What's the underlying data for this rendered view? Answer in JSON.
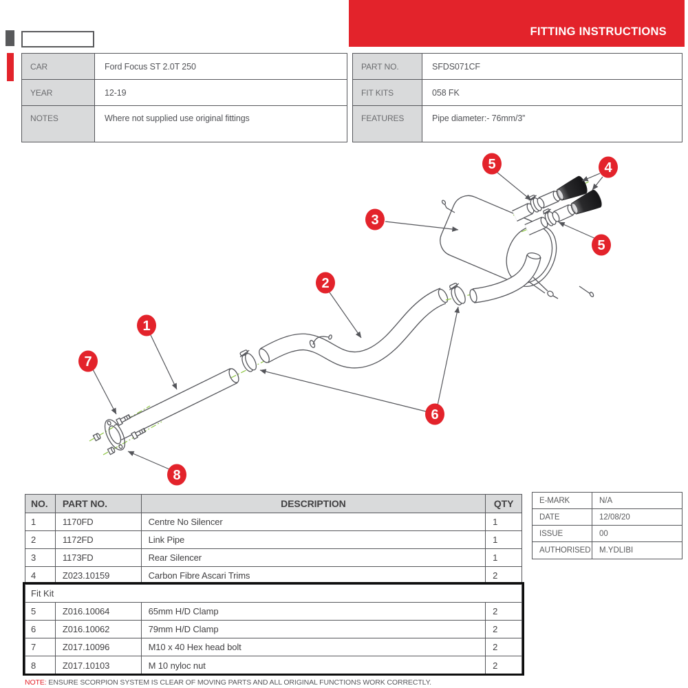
{
  "colors": {
    "accent_red": "#e3232b",
    "centerline_green": "#8cc63f",
    "line_gray": "#54555a",
    "cell_gray": "#d9dadb"
  },
  "banner": {
    "title": "FITTING INSTRUCTIONS"
  },
  "info": {
    "left": [
      {
        "label": "CAR",
        "value": "Ford Focus ST 2.0T 250"
      },
      {
        "label": "YEAR",
        "value": "12-19"
      },
      {
        "label": "NOTES",
        "value": "Where not supplied use original fittings"
      }
    ],
    "right": [
      {
        "label": "PART NO.",
        "value": "SFDS071CF"
      },
      {
        "label": "FIT KITS",
        "value": "058 FK"
      },
      {
        "label": "FEATURES",
        "value": "Pipe diameter:- 76mm/3”"
      }
    ]
  },
  "diagram": {
    "callouts": [
      {
        "label": "1"
      },
      {
        "label": "2"
      },
      {
        "label": "3"
      },
      {
        "label": "4"
      },
      {
        "label": "5"
      },
      {
        "label": "5"
      },
      {
        "label": "6"
      },
      {
        "label": "7"
      },
      {
        "label": "8"
      }
    ]
  },
  "parts_table": {
    "headers": [
      "NO.",
      "PART NO.",
      "DESCRIPTION",
      "QTY"
    ],
    "main_rows": [
      [
        "1",
        "1170FD",
        "Centre No Silencer",
        "1"
      ],
      [
        "2",
        "1172FD",
        "Link Pipe",
        "1"
      ],
      [
        "3",
        "1173FD",
        "Rear Silencer",
        "1"
      ],
      [
        "4",
        "Z023.10159",
        "Carbon Fibre Ascari Trims",
        "2"
      ]
    ],
    "fit_kit_label": "Fit Kit",
    "fit_kit_rows": [
      [
        "5",
        "Z016.10064",
        "65mm H/D Clamp",
        "2"
      ],
      [
        "6",
        "Z016.10062",
        "79mm H/D Clamp",
        "2"
      ],
      [
        "7",
        "Z017.10096",
        "M10 x 40 Hex head bolt",
        "2"
      ],
      [
        "8",
        "Z017.10103",
        "M 10 nyloc nut",
        "2"
      ]
    ]
  },
  "meta_table": {
    "rows": [
      {
        "label": "E-MARK",
        "value": "N/A"
      },
      {
        "label": "DATE",
        "value": "12/08/20"
      },
      {
        "label": "ISSUE",
        "value": "00"
      },
      {
        "label": "AUTHORISED",
        "value": "M.YDLIBI"
      }
    ]
  },
  "footnote": {
    "prefix": "NOTE:",
    "text": " ENSURE SCORPION SYSTEM IS CLEAR OF MOVING PARTS AND ALL ORIGINAL FUNCTIONS WORK CORRECTLY."
  }
}
